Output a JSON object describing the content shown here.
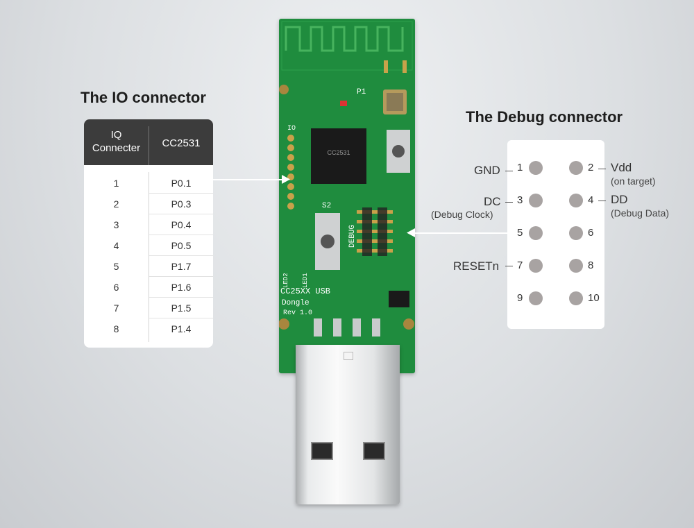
{
  "io_connector": {
    "title": "The IO connector",
    "headers": [
      "IQ\nConnecter",
      "CC2531"
    ],
    "rows": [
      [
        "1",
        "P0.1"
      ],
      [
        "2",
        "P0.3"
      ],
      [
        "3",
        "P0.4"
      ],
      [
        "4",
        "P0.5"
      ],
      [
        "5",
        "P1.7"
      ],
      [
        "6",
        "P1.6"
      ],
      [
        "7",
        "P1.5"
      ],
      [
        "8",
        "P1.4"
      ]
    ]
  },
  "debug_connector": {
    "title": "The Debug connector",
    "pins": [
      "1",
      "2",
      "3",
      "4",
      "5",
      "6",
      "7",
      "8",
      "9",
      "10"
    ],
    "labels": {
      "pin1": "GND",
      "pin2": "Vdd",
      "pin2_sub": "(on target)",
      "pin3": "DC",
      "pin3_sub": "(Debug Clock)",
      "pin4": "DD",
      "pin4_sub": "(Debug Data)",
      "pin7": "RESETn"
    }
  },
  "board": {
    "silkscreen": [
      "CC25XX USB",
      "Dongle",
      "Rev 1.0",
      "DEBUG",
      "S2",
      "P1",
      "LED2",
      "LED1",
      "IO"
    ],
    "chip_text": "CC2531",
    "pcb_color": "#1f8c3e",
    "pin_color": "#a8a3a2"
  }
}
